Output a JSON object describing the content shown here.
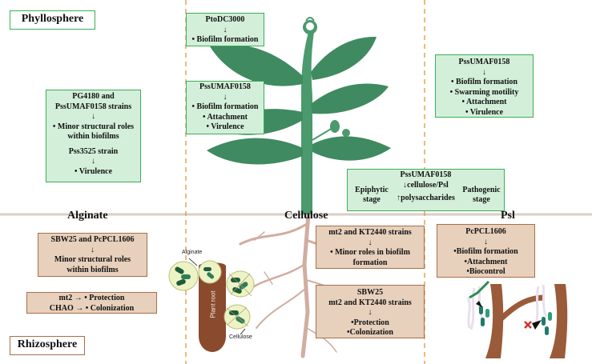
{
  "zones": {
    "top": "Phyllosphere",
    "bottom": "Rhizosphere"
  },
  "column_headings": {
    "alginate": "Alginate",
    "cellulose": "Cellulose",
    "psl": "Psl"
  },
  "phyllosphere_boxes": {
    "ptodc": [
      "PtoDC3000",
      "↓",
      "• Biofilm formation"
    ],
    "pss_center": [
      "PssUMAF0158",
      "↓",
      "• Biofilm formation",
      "• Attachment",
      "• Virulence"
    ],
    "alginate_leaf": [
      "PG4180 and",
      "PssUMAF0158 strains",
      "↓",
      "• Minor structural roles",
      "within biofilms",
      "",
      "Pss3525 strain",
      "↓",
      "• Virulence"
    ],
    "psl_leaf": [
      "PssUMAF0158",
      "↓",
      "• Biofilm formation",
      "• Swarming motility",
      "• Attachment",
      "• Virulence"
    ]
  },
  "transition_box": {
    "strain": "PssUMAF0158",
    "arrow_down": "↓cellulose/Psl",
    "arrow_up": "↑polysaccharides",
    "left_stage": [
      "Epiphytic",
      "stage"
    ],
    "right_stage": [
      "Pathogenic",
      "stage"
    ]
  },
  "rhizosphere_boxes": {
    "sbw_pcpcl": [
      "SBW25 and PcPCL1606",
      "↓",
      "Minor structural roles",
      "within biofilms"
    ],
    "mt2_chao": [
      "mt2 → • Protection",
      "CHAO → • Colonization"
    ],
    "mt2_kt_minor": [
      "mt2 and KT2440 strains",
      "↓",
      "• Minor roles in biofilm",
      "formation"
    ],
    "sbw_mt2_kt": [
      "SBW25",
      "mt2 and KT2440 strains",
      "↓",
      "•Protection",
      "•Colonization"
    ],
    "pcpcl_psl": [
      "PcPCL1606",
      "↓",
      "•Biofilm formation",
      "•Attachment",
      "•Biocontrol"
    ]
  },
  "illustration_labels": {
    "alginate": "Alginate",
    "cellulose": "Cellulose",
    "root": "Plant root"
  },
  "colors": {
    "green_fill": "#d3efd9",
    "green_border": "#3aae57",
    "brown_fill": "#e7d0bc",
    "brown_border": "#a86f4a",
    "plant": "#4a9a6e",
    "leaf": "#3f8a60",
    "divider": "#e8913c",
    "root": "#8a4a2e",
    "soil_line": "#d9cfc6"
  }
}
